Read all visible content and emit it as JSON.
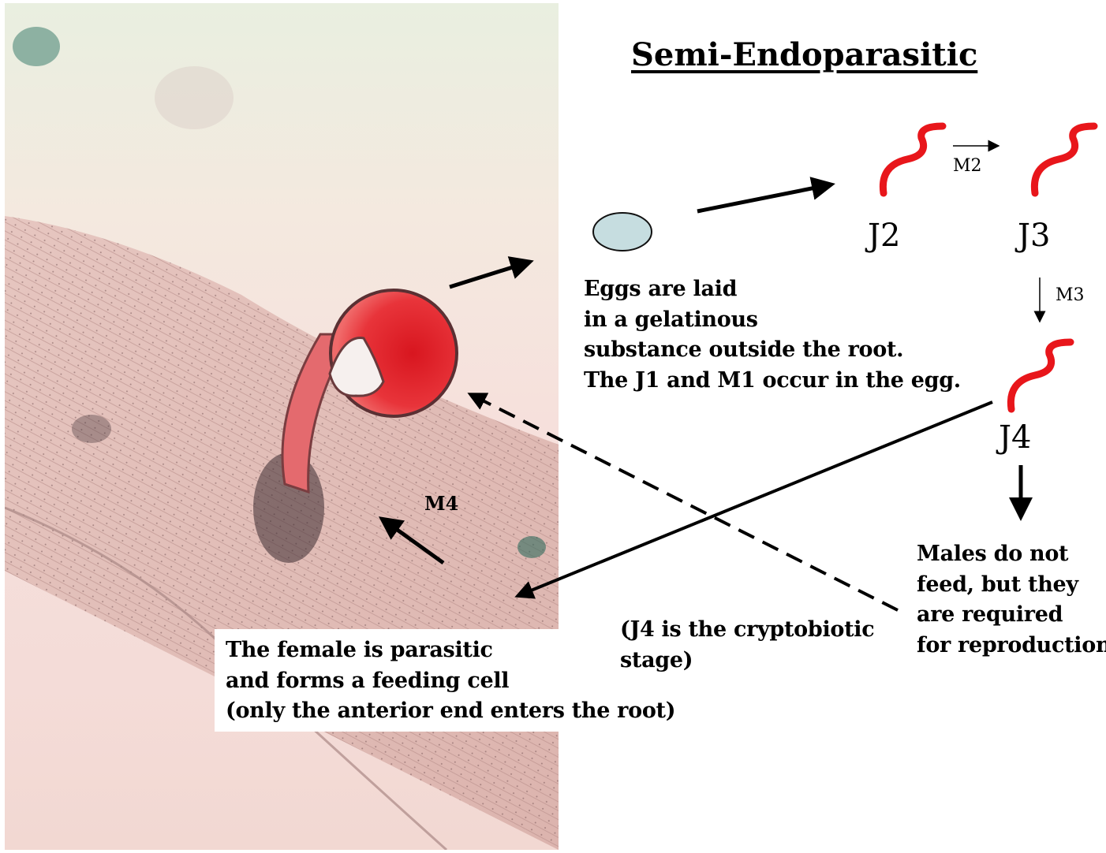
{
  "title": "Semi-Endoparasitic",
  "stages": {
    "j2": "J2",
    "j3": "J3",
    "j4": "J4"
  },
  "molts": {
    "m2": "M2",
    "m3": "M3",
    "m4": "M4"
  },
  "egg_note": {
    "line1": "Eggs are laid",
    "line2": "in a gelatinous",
    "line3": "substance outside the root.",
    "line4": "The J1 and M1 occur in the egg."
  },
  "male_note": {
    "line1": "Males do not",
    "line2": "feed, but they",
    "line3": "are required",
    "line4": "for reproduction"
  },
  "cryptobiotic_note": {
    "line1": "(J4 is the cryptobiotic",
    "line2": "stage)"
  },
  "female_note": {
    "line1": "The female is parasitic",
    "line2": "and forms a feeding cell",
    "line3": "(only the anterior end enters the root)"
  },
  "colors": {
    "nematode_red": "#e8161b",
    "egg_fill": "#c6dde0",
    "female_red": "#e23a3f"
  }
}
